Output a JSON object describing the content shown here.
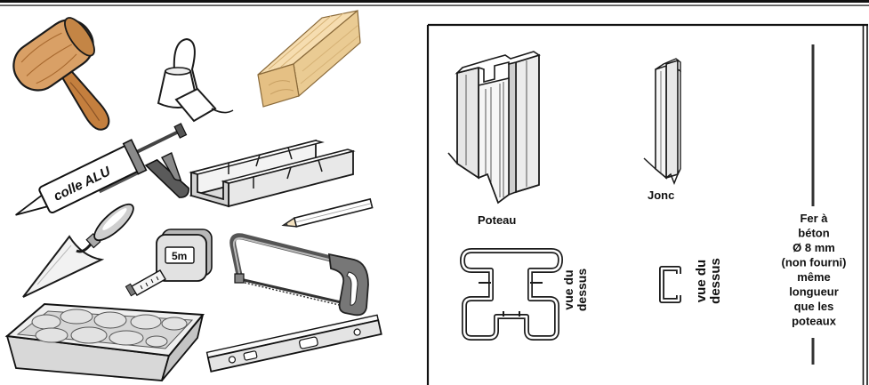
{
  "tools": {
    "glue_cartridge_label": "colle ALU",
    "tape_measure_label": "5m"
  },
  "components": {
    "post": {
      "label": "Poteau",
      "top_view_label": [
        "vue du",
        "dessus"
      ]
    },
    "rod_channel": {
      "label": "Jonc",
      "top_view_label": [
        "vue du",
        "dessus"
      ]
    },
    "rebar": {
      "note_lines": [
        "Fer à",
        "béton",
        "Ø 8 mm",
        "(non fourni)",
        "même",
        "longueur",
        "que les",
        "poteaux"
      ]
    }
  },
  "colors": {
    "outline": "#1a1a1a",
    "wood": "#f6ddb0",
    "mallet": "#d9a066"
  }
}
